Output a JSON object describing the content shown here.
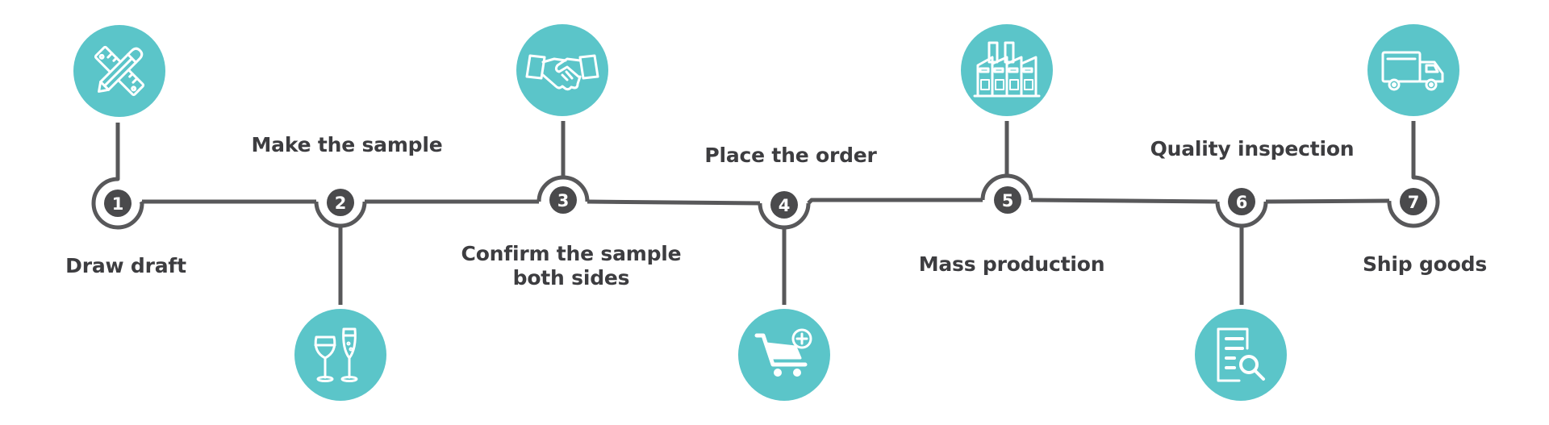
{
  "diagram": {
    "type": "process-timeline",
    "colors": {
      "icon_circle": "#5bc5c9",
      "line": "#58585a",
      "badge": "#4a4a4c",
      "text": "#3d3d40",
      "icon_stroke": "#ffffff"
    },
    "steps": [
      {
        "number": "1",
        "label": "Draw draft",
        "icon": "ruler-pencil-icon",
        "icon_side": "top"
      },
      {
        "number": "2",
        "label": "Make the sample",
        "icon": "wine-glasses-icon",
        "icon_side": "bottom"
      },
      {
        "number": "3",
        "label": "Confirm the sample both sides",
        "label_lines": [
          "Confirm the sample",
          "both sides"
        ],
        "icon": "handshake-icon",
        "icon_side": "top"
      },
      {
        "number": "4",
        "label": "Place the order",
        "icon": "shopping-cart-add-icon",
        "icon_side": "bottom"
      },
      {
        "number": "5",
        "label": "Mass production",
        "icon": "factory-icon",
        "icon_side": "top"
      },
      {
        "number": "6",
        "label": "Quality inspection",
        "icon": "document-search-icon",
        "icon_side": "bottom"
      },
      {
        "number": "7",
        "label": "Ship goods",
        "icon": "truck-icon",
        "icon_side": "top"
      }
    ]
  }
}
